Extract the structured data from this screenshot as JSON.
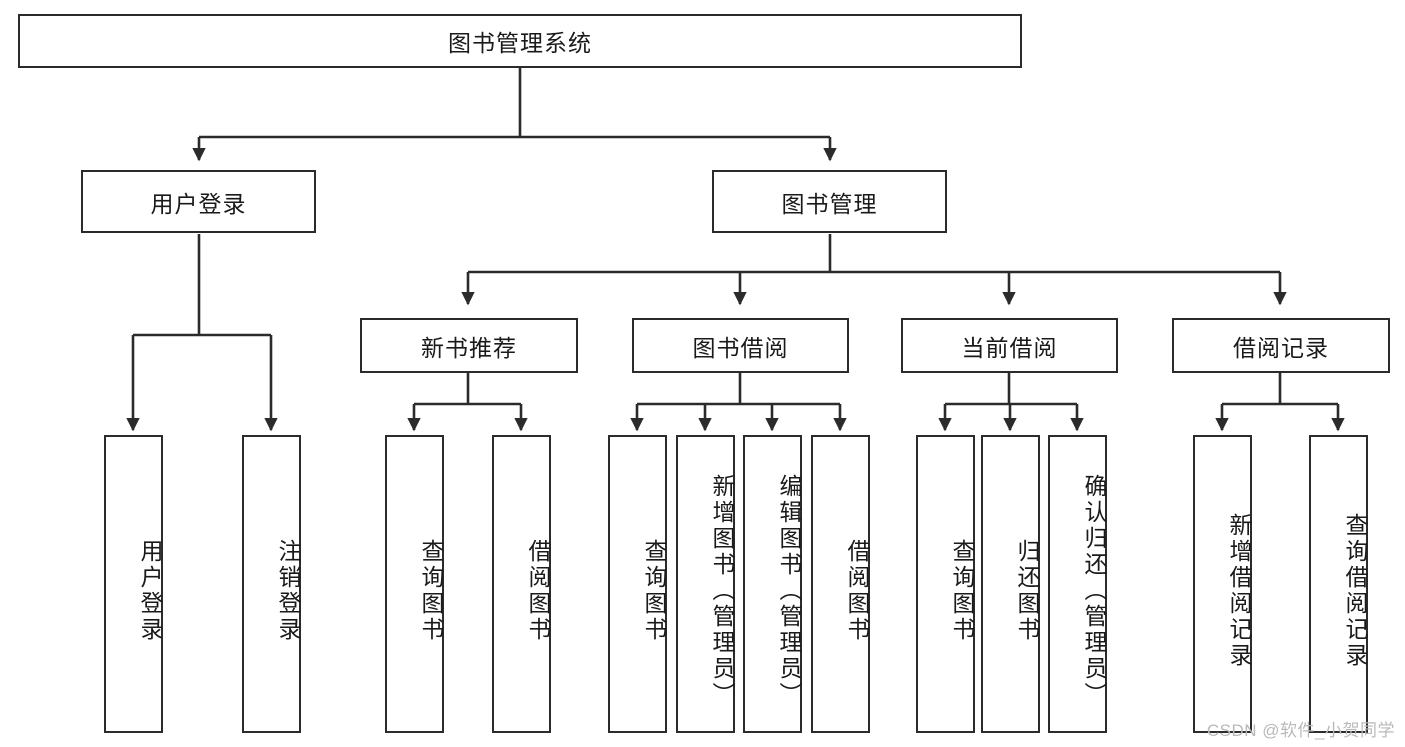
{
  "diagram": {
    "type": "tree-hierarchy",
    "title": "图书管理系统",
    "watermark": "CSDN @软件_小贺同学",
    "colors": {
      "border": "#2b2b2b",
      "background": "#ffffff",
      "text": "#1a1a1a",
      "watermark": "#b9b9b9"
    },
    "levels": {
      "root": {
        "label": "图书管理系统"
      },
      "level2": [
        {
          "label": "用户登录"
        },
        {
          "label": "图书管理"
        }
      ],
      "level3": [
        {
          "label": "新书推荐"
        },
        {
          "label": "图书借阅"
        },
        {
          "label": "当前借阅"
        },
        {
          "label": "借阅记录"
        }
      ],
      "leaves_user_login": [
        {
          "label": "用户登录"
        },
        {
          "label": "注销登录"
        }
      ],
      "leaves_new_book": [
        {
          "label": "查询图书"
        },
        {
          "label": "借阅图书"
        }
      ],
      "leaves_borrow": [
        {
          "label": "查询图书"
        },
        {
          "label": "新增图书（管理员）"
        },
        {
          "label": "编辑图书（管理员）"
        },
        {
          "label": "借阅图书"
        }
      ],
      "leaves_current": [
        {
          "label": "查询图书"
        },
        {
          "label": "归还图书"
        },
        {
          "label": "确认归还（管理员）"
        }
      ],
      "leaves_record": [
        {
          "label": "新增借阅记录"
        },
        {
          "label": "查询借阅记录"
        }
      ]
    }
  }
}
